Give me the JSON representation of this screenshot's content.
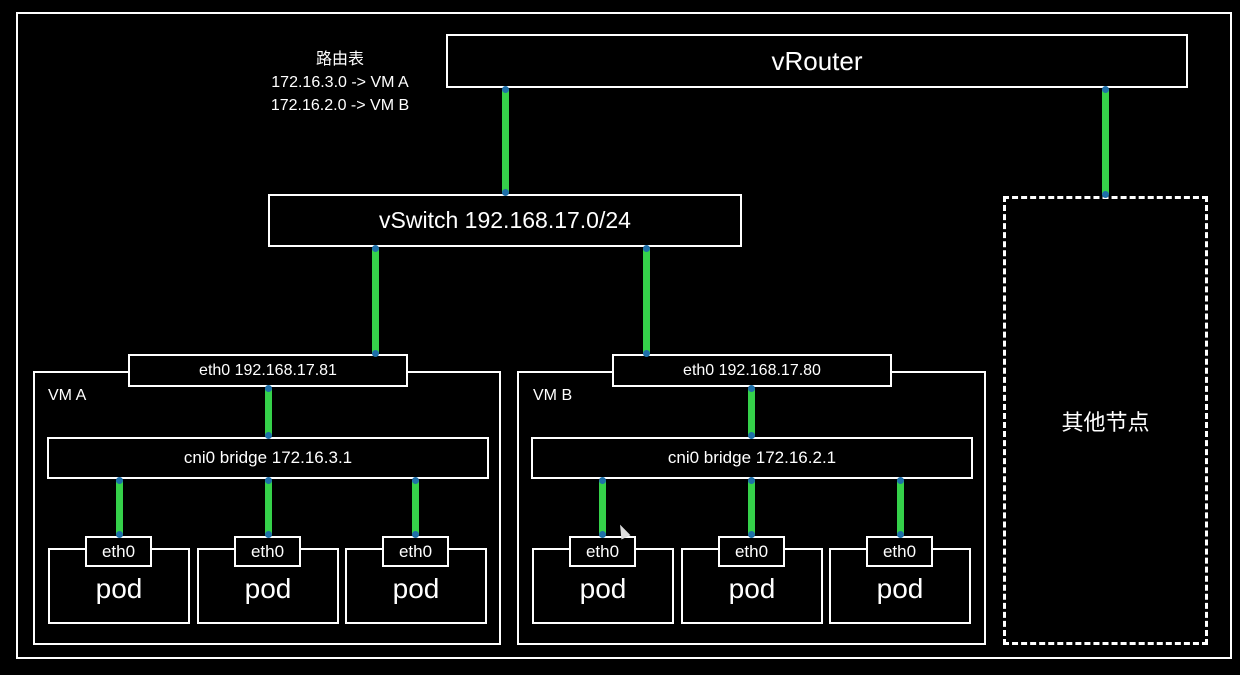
{
  "route_table": {
    "title": "路由表",
    "entries": [
      "172.16.3.0 -> VM A",
      "172.16.2.0 -> VM B"
    ]
  },
  "vrouter": {
    "label": "vRouter"
  },
  "vswitch": {
    "label": "vSwitch 192.168.17.0/24"
  },
  "other_nodes": {
    "label": "其他节点"
  },
  "vm_a": {
    "label": "VM A",
    "eth0": "eth0 192.168.17.81",
    "bridge": "cni0 bridge 172.16.3.1",
    "pods": [
      {
        "iface": "eth0",
        "label": "pod"
      },
      {
        "iface": "eth0",
        "label": "pod"
      },
      {
        "iface": "eth0",
        "label": "pod"
      }
    ]
  },
  "vm_b": {
    "label": "VM B",
    "eth0": "eth0 192.168.17.80",
    "bridge": "cni0 bridge 172.16.2.1",
    "pods": [
      {
        "iface": "eth0",
        "label": "pod"
      },
      {
        "iface": "eth0",
        "label": "pod"
      },
      {
        "iface": "eth0",
        "label": "pod"
      }
    ]
  },
  "colors": {
    "link": "#35d14a",
    "link_endpoint": "#1e6fa8",
    "line": "#ffffff",
    "background": "#000000"
  }
}
